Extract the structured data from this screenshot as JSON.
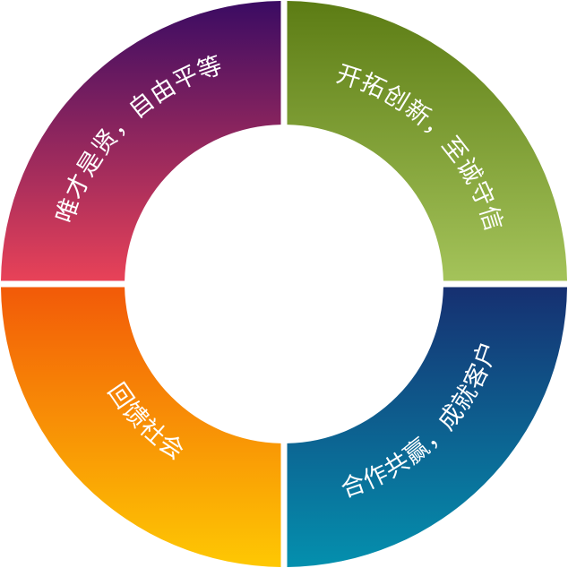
{
  "segments": [
    {
      "id": "top-right",
      "label": "开拓创新，至诚守信",
      "colors": [
        "#5c7c14",
        "#a4c35a"
      ]
    },
    {
      "id": "bottom-right",
      "label": "合作共赢，成就客户",
      "colors": [
        "#163071",
        "#0490ae"
      ]
    },
    {
      "id": "bottom-left",
      "label": "回馈社会",
      "colors": [
        "#f25a08",
        "#fec803"
      ]
    },
    {
      "id": "top-left",
      "label": "唯才是贤，自由平等",
      "colors": [
        "#3a0b63",
        "#e84258"
      ]
    }
  ]
}
